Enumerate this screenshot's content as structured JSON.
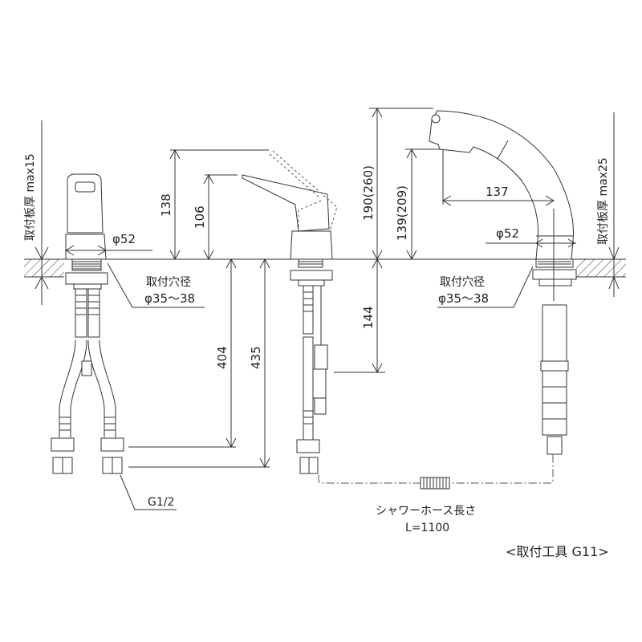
{
  "drawing": {
    "title": "<取付工具 G11>",
    "colors": {
      "line": "#333333",
      "text": "#222222",
      "background": "#ffffff"
    },
    "left_view": {
      "plate_thickness_label": "取付板厚 max15",
      "body_diameter": "φ52",
      "hole_label": "取付穴径",
      "hole_diameter": "φ35～38",
      "thread_label": "G1/2"
    },
    "middle_view": {
      "lever_height_raised": "138",
      "lever_height": "106",
      "hose_length_1": "404",
      "hose_length_2": "435",
      "hose_end_depth": "144"
    },
    "right_view": {
      "total_height": "190(260)",
      "spout_height": "139(209)",
      "spout_reach": "137",
      "body_diameter": "φ52",
      "hole_label": "取付穴径",
      "hole_diameter": "φ35～38",
      "plate_thickness_label": "取付板厚 max25"
    },
    "shower_hose": {
      "label": "シャワーホース長さ",
      "length": "L=1100"
    }
  }
}
